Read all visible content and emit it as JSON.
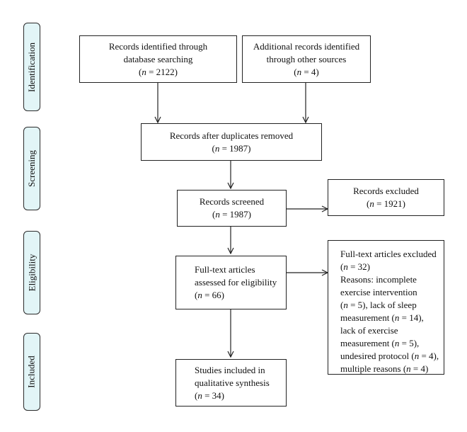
{
  "phases": {
    "identification": "Identification",
    "screening": "Screening",
    "eligibility": "Eligibility",
    "included": "Included"
  },
  "boxes": {
    "database": {
      "lines": [
        "Records identified through",
        "database searching"
      ],
      "n_prefix": "(",
      "n_var": "n",
      "n_value": " = 2122)"
    },
    "other_sources": {
      "lines": [
        "Additional records identified",
        "through other sources"
      ],
      "n_prefix": "(",
      "n_var": "n",
      "n_value": " = 4)"
    },
    "duplicates_removed": {
      "lines": [
        "Records after duplicates removed"
      ],
      "n_prefix": "(",
      "n_var": "n",
      "n_value": " = 1987)"
    },
    "screened": {
      "lines": [
        "Records screened"
      ],
      "n_prefix": "(",
      "n_var": "n",
      "n_value": " = 1987)"
    },
    "excluded": {
      "lines": [
        "Records excluded"
      ],
      "n_prefix": "(",
      "n_var": "n",
      "n_value": " = 1921)"
    },
    "fulltext_assessed": {
      "lines": [
        "Full-text articles",
        "assessed for eligibility"
      ],
      "n_prefix": "(",
      "n_var": "n",
      "n_value": " = 66)"
    },
    "fulltext_excluded": {
      "title": "Full-text articles excluded",
      "count_prefix": "(",
      "count_var": "n",
      "count_value": " = 32)",
      "r1": "Reasons: incomplete",
      "r2": "exercise intervention",
      "r3_prefix": "(",
      "r3_var": "n",
      "r3_value": " = 5), lack of sleep",
      "r4_prefix": "measurement (",
      "r4_var": "n",
      "r4_value": " = 14),",
      "r5": "lack of exercise",
      "r6_prefix": "measurement (",
      "r6_var": "n",
      "r6_value": " = 5),",
      "r7_prefix": "undesired protocol (",
      "r7_var": "n",
      "r7_value": " = 4),",
      "r8_prefix": "multiple reasons (",
      "r8_var": "n",
      "r8_value": " = 4)"
    },
    "included": {
      "lines": [
        "Studies included in",
        "qualitative synthesis"
      ],
      "n_prefix": "(",
      "n_var": "n",
      "n_value": " = 34)"
    }
  }
}
